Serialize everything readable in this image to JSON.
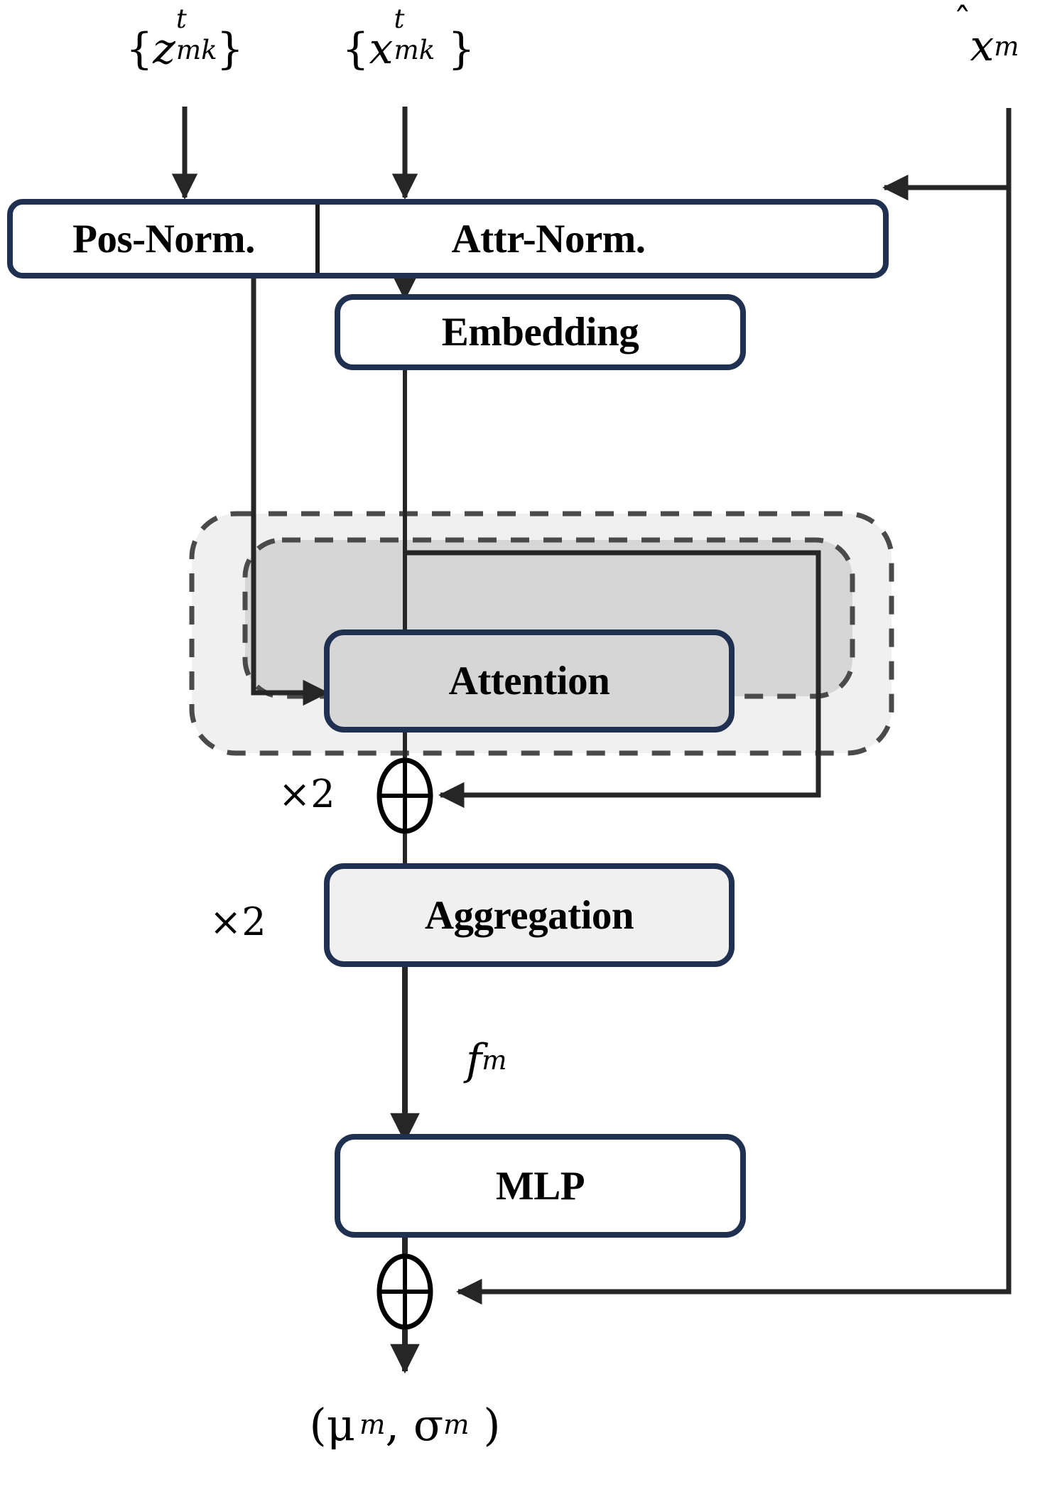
{
  "diagram": {
    "title": "Per-modality denoising network block",
    "colors": {
      "box_border": "#1f3050",
      "box_fill_white": "#ffffff",
      "outer_group_fill": "#f0f0f0",
      "inner_group_fill": "#d6d6d6",
      "dashed_border": "#4a4a4a",
      "arrow": "#262626",
      "text": "#000000"
    },
    "inputs": [
      {
        "id": "pos-input",
        "base": "z",
        "sup": "t",
        "sub": "mk",
        "display": "{z_mk^t}"
      },
      {
        "id": "attr-input",
        "base": "x",
        "sup": "t",
        "sub": "mk",
        "display": "{x_mk^t}"
      },
      {
        "id": "cond-input",
        "base": "x",
        "hat": true,
        "sub": "m",
        "display": "x̂_m"
      }
    ],
    "nodes": [
      {
        "id": "pos-norm",
        "label": "Pos-Norm."
      },
      {
        "id": "attr-norm",
        "label": "Attr-Norm."
      },
      {
        "id": "embedding",
        "label": "Embedding"
      },
      {
        "id": "attention",
        "label": "Attention"
      },
      {
        "id": "aggregation",
        "label": "Aggregation"
      },
      {
        "id": "mlp",
        "label": "MLP"
      }
    ],
    "groups": [
      {
        "id": "inner-group",
        "repeat_label": "×2",
        "style": "dashed",
        "fill": "#d6d6d6"
      },
      {
        "id": "outer-group",
        "repeat_label": "×2",
        "style": "dashed",
        "fill": "#f0f0f0"
      }
    ],
    "operators": [
      {
        "id": "residual-add-attention",
        "symbol": "⊕"
      },
      {
        "id": "residual-add-output",
        "symbol": "⊕"
      }
    ],
    "edge_labels": [
      {
        "id": "feature-label",
        "base": "f",
        "sub": "m",
        "display": "f_m"
      }
    ],
    "output": {
      "id": "output-label",
      "open": "(",
      "mu": "μ",
      "mu_sub": "m",
      "comma": ",",
      "sigma": "σ",
      "sigma_sub": "m",
      "close": ")",
      "display": "(μ_m, σ_m)"
    }
  }
}
